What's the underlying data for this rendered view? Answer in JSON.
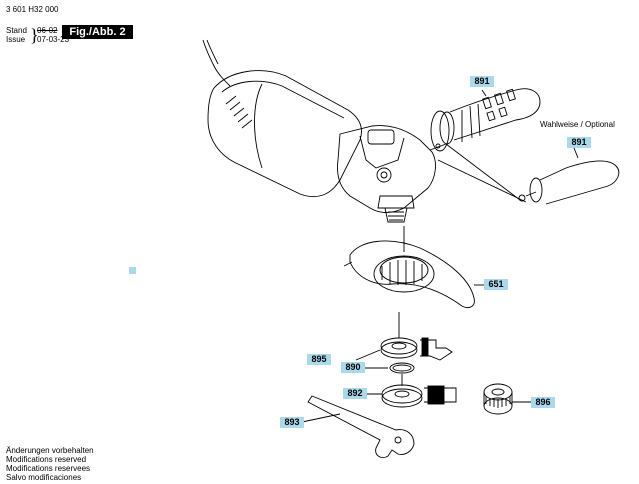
{
  "header": {
    "doc_number": "3 601 H32 000",
    "stand_label": "Stand",
    "issue_label": "Issue",
    "stand_date_struck": "06-02",
    "issue_date": "07-03-23",
    "figure_label": "Fig./Abb. 2"
  },
  "optional_note": "Wahlweise / Optional",
  "parts": [
    {
      "id": "891a",
      "number": "891"
    },
    {
      "id": "891b",
      "number": "891"
    },
    {
      "id": "651",
      "number": "651"
    },
    {
      "id": "895",
      "number": "895"
    },
    {
      "id": "890",
      "number": "890"
    },
    {
      "id": "892",
      "number": "892"
    },
    {
      "id": "896",
      "number": "896"
    },
    {
      "id": "893",
      "number": "893"
    }
  ],
  "footer": [
    "Änderungen vorbehalten",
    "Modifications reserved",
    "Modifications reservees",
    "Salvo modificaciones"
  ],
  "colors": {
    "callout_bg": "#a9d9ec",
    "figure_badge_bg": "#000000",
    "marker_square": "#a9d9ec"
  }
}
